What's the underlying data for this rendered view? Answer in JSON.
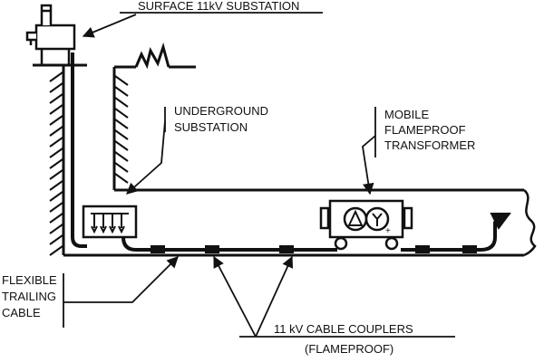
{
  "labels": {
    "surface_substation": "SURFACE 11kV SUBSTATION",
    "underground_line1": "UNDERGROUND",
    "underground_line2": "SUBSTATION",
    "mobile_line1": "MOBILE",
    "mobile_line2": "FLAMEPROOF",
    "mobile_line3": "TRANSFORMER",
    "flexible_line1": "FLEXIBLE",
    "flexible_line2": "TRAILING",
    "flexible_line3": "CABLE",
    "couplers_line1": "11 kV CABLE COUPLERS",
    "couplers_line2": "(FLAMEPROOF)",
    "transformer_symbol_plus": "+"
  },
  "colors": {
    "ink": "#111111",
    "background": "#ffffff"
  }
}
